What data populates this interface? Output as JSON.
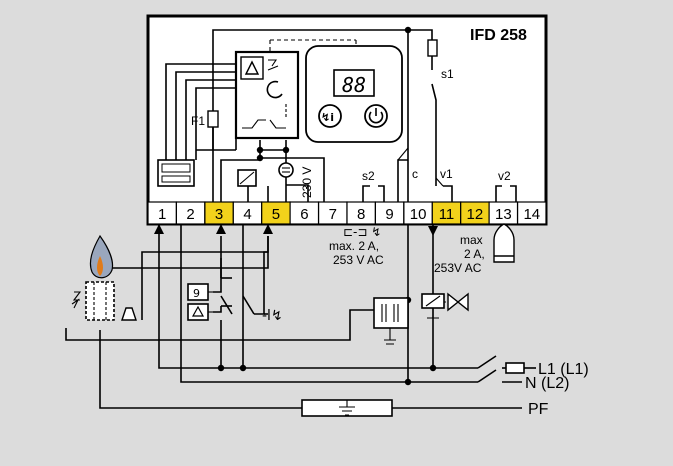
{
  "device": {
    "name": "IFD 258",
    "display": "88",
    "fuse_internal": "F1",
    "switch_s1": "s1",
    "voltage_label": "230 V",
    "relay_s2": "s2",
    "relay_c": "c",
    "relay_v1": "v1",
    "relay_v2": "v2"
  },
  "terminals": [
    {
      "label": "1",
      "highlight": false
    },
    {
      "label": "2",
      "highlight": false
    },
    {
      "label": "3",
      "highlight": true
    },
    {
      "label": "4",
      "highlight": false
    },
    {
      "label": "5",
      "highlight": true
    },
    {
      "label": "6",
      "highlight": false
    },
    {
      "label": "7",
      "highlight": false
    },
    {
      "label": "8",
      "highlight": false
    },
    {
      "label": "9",
      "highlight": false
    },
    {
      "label": "10",
      "highlight": false
    },
    {
      "label": "11",
      "highlight": true
    },
    {
      "label": "12",
      "highlight": true
    },
    {
      "label": "13",
      "highlight": false
    },
    {
      "label": "14",
      "highlight": false
    }
  ],
  "ratings": {
    "s2_line1": "max. 2 A,",
    "s2_line2": "253 V AC",
    "v1_line1": "max",
    "v1_line2": "2 A,",
    "v1_line3": "253V AC"
  },
  "supply": {
    "l1": "L1 (L1)",
    "n": "N (L2)",
    "pf": "PF"
  },
  "colors": {
    "background": "#dcdcdc",
    "terminal_highlight": "#f2d21b",
    "device_fill": "#ffffff"
  }
}
